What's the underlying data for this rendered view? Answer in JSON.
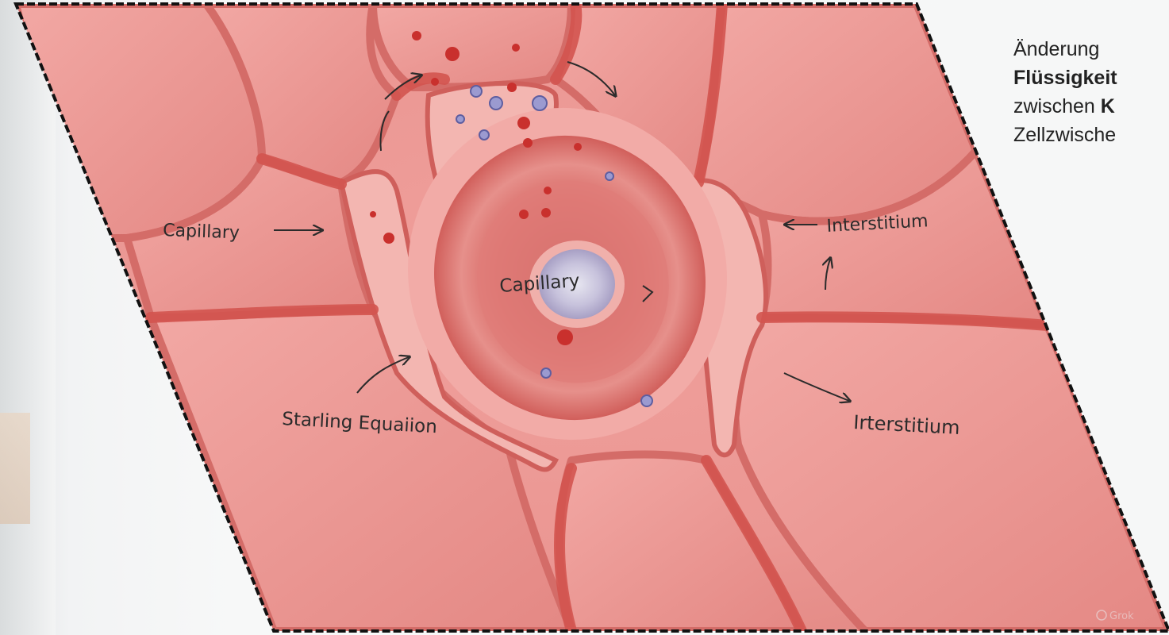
{
  "slide": {
    "text_line_1": "Änderung",
    "text_line_2_bold": "Flüssigkeit",
    "text_line_3_prefix": "zwischen ",
    "text_line_3_bold": "K",
    "text_line_4": "Zellzwische"
  },
  "illustration": {
    "label_capillary_left": "Capillary",
    "label_capillary_center": "Capillary",
    "label_interstitium_top": "Interstitium",
    "label_interstitium_bottom": "Irterstitium",
    "label_starling": "Starling Equaiion",
    "watermark": "Grok"
  },
  "colors": {
    "tissue": "#e8918f",
    "vessel": "#d9605d",
    "frame": "#111111"
  }
}
